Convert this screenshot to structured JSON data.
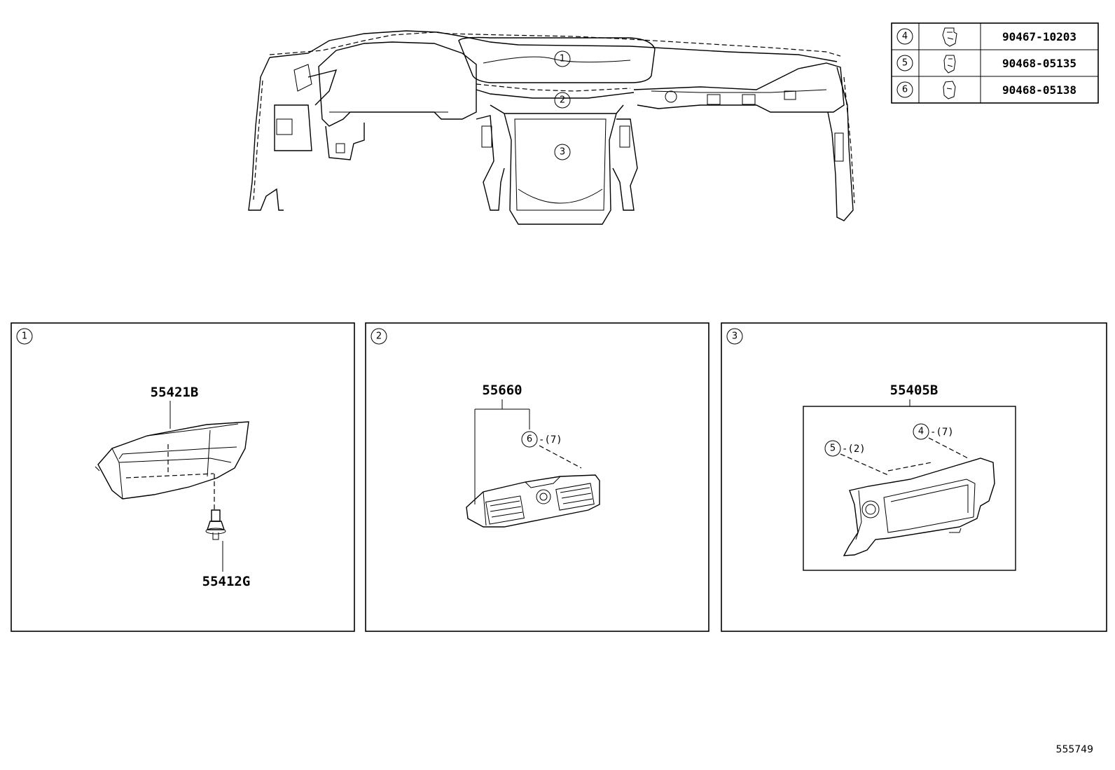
{
  "dashboard_callouts": [
    "1",
    "2",
    "3"
  ],
  "parts_table": [
    {
      "num": "4",
      "part_no": "90467-10203"
    },
    {
      "num": "5",
      "part_no": "90468-05135"
    },
    {
      "num": "6",
      "part_no": "90468-05138"
    }
  ],
  "panels": [
    {
      "num": "1",
      "parts": [
        {
          "label": "55421B"
        },
        {
          "label": "55412G"
        }
      ]
    },
    {
      "num": "2",
      "parts": [
        {
          "label": "55660"
        }
      ],
      "clips": [
        {
          "num": "6",
          "qty": "-(7)"
        }
      ]
    },
    {
      "num": "3",
      "parts": [
        {
          "label": "55405B"
        }
      ],
      "clips": [
        {
          "num": "5",
          "qty": "-(2)"
        },
        {
          "num": "4",
          "qty": "-(7)"
        }
      ]
    }
  ],
  "reference_number": "555749"
}
